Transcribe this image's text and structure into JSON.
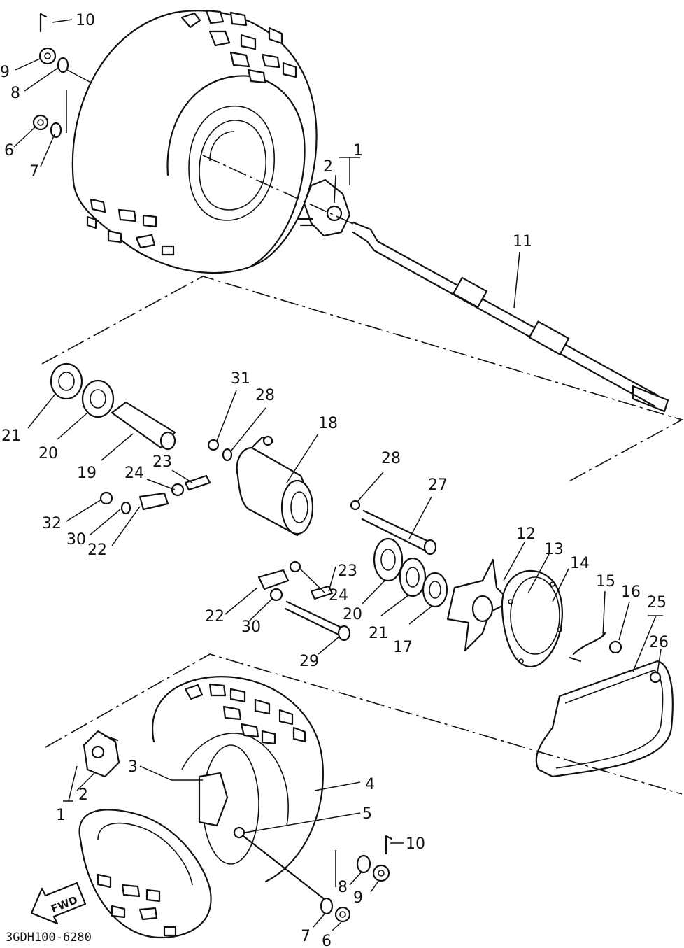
{
  "diagram": {
    "drawing_code": "3GDH100-6280",
    "direction_arrow_text": "FWD",
    "callouts": [
      {
        "id": "c10a",
        "text": "10"
      },
      {
        "id": "c9a",
        "text": "9"
      },
      {
        "id": "c8a",
        "text": "8"
      },
      {
        "id": "c6a",
        "text": "6"
      },
      {
        "id": "c7a",
        "text": "7"
      },
      {
        "id": "c1a",
        "text": "1"
      },
      {
        "id": "c2a",
        "text": "2"
      },
      {
        "id": "c11",
        "text": "11"
      },
      {
        "id": "c21a",
        "text": "21"
      },
      {
        "id": "c20a",
        "text": "20"
      },
      {
        "id": "c19",
        "text": "19"
      },
      {
        "id": "c31",
        "text": "31"
      },
      {
        "id": "c28a",
        "text": "28"
      },
      {
        "id": "c18",
        "text": "18"
      },
      {
        "id": "c23a",
        "text": "23"
      },
      {
        "id": "c24a",
        "text": "24"
      },
      {
        "id": "c28b",
        "text": "28"
      },
      {
        "id": "c27",
        "text": "27"
      },
      {
        "id": "c32",
        "text": "32"
      },
      {
        "id": "c30a",
        "text": "30"
      },
      {
        "id": "c22a",
        "text": "22"
      },
      {
        "id": "c12",
        "text": "12"
      },
      {
        "id": "c13",
        "text": "13"
      },
      {
        "id": "c14",
        "text": "14"
      },
      {
        "id": "c15",
        "text": "15"
      },
      {
        "id": "c16",
        "text": "16"
      },
      {
        "id": "c25",
        "text": "25"
      },
      {
        "id": "c26",
        "text": "26"
      },
      {
        "id": "c23b",
        "text": "23"
      },
      {
        "id": "c24b",
        "text": "24"
      },
      {
        "id": "c20b",
        "text": "20"
      },
      {
        "id": "c21b",
        "text": "21"
      },
      {
        "id": "c17",
        "text": "17"
      },
      {
        "id": "c22b",
        "text": "22"
      },
      {
        "id": "c30b",
        "text": "30"
      },
      {
        "id": "c29",
        "text": "29"
      },
      {
        "id": "c3",
        "text": "3"
      },
      {
        "id": "c4",
        "text": "4"
      },
      {
        "id": "c5",
        "text": "5"
      },
      {
        "id": "c2b",
        "text": "2"
      },
      {
        "id": "c1b",
        "text": "1"
      },
      {
        "id": "c10b",
        "text": "10"
      },
      {
        "id": "c8b",
        "text": "8"
      },
      {
        "id": "c9b",
        "text": "9"
      },
      {
        "id": "c7b",
        "text": "7"
      },
      {
        "id": "c6b",
        "text": "6"
      }
    ]
  }
}
